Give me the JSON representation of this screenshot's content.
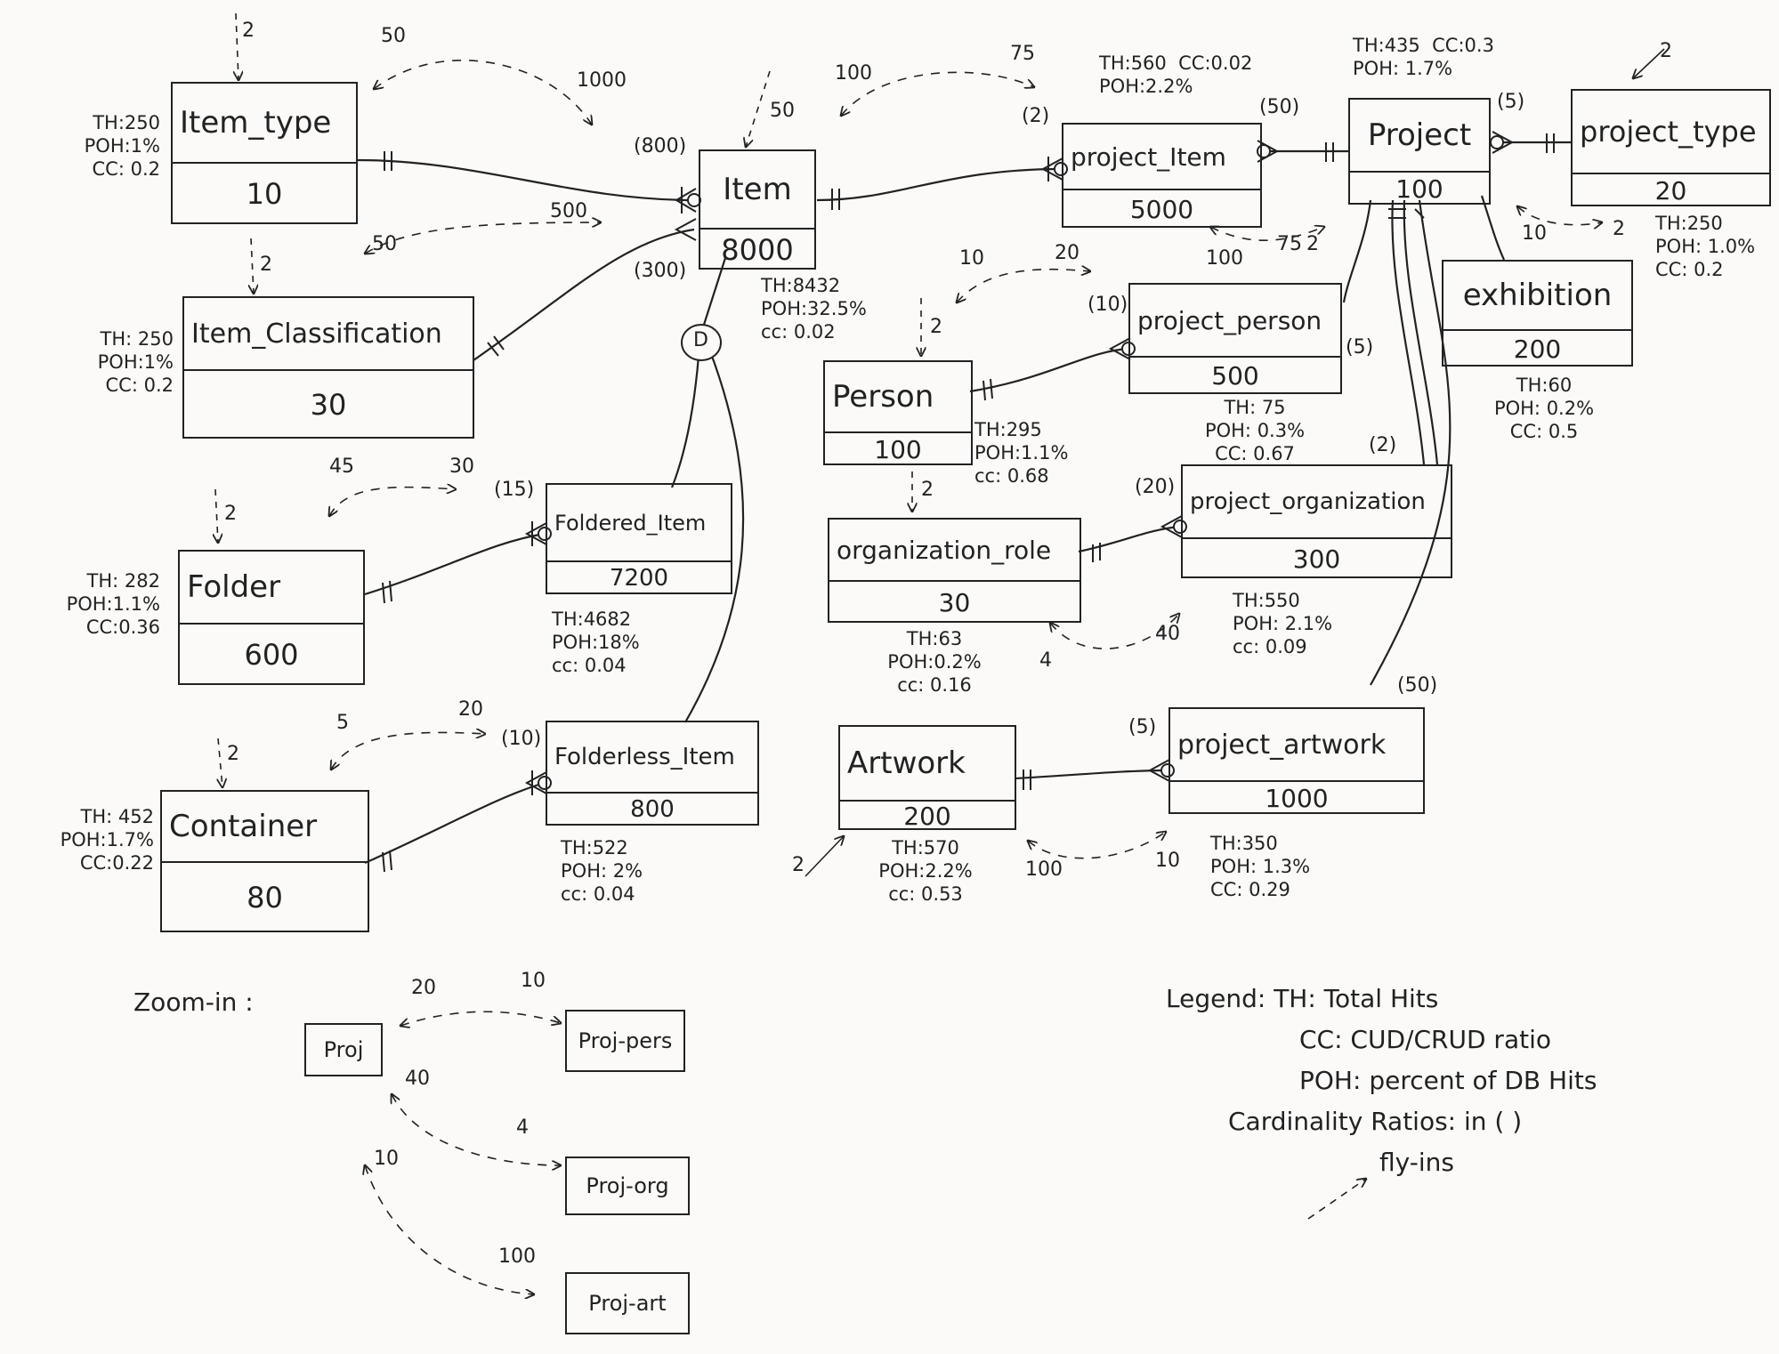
{
  "entities": {
    "item_type": {
      "name": "Item_type",
      "count": "10"
    },
    "item_classification": {
      "name": "Item_Classification",
      "count": "30"
    },
    "folder": {
      "name": "Folder",
      "count": "600"
    },
    "container": {
      "name": "Container",
      "count": "80"
    },
    "item": {
      "name": "Item",
      "count": "8000"
    },
    "foldered_item": {
      "name": "Foldered_Item",
      "count": "7200"
    },
    "folderless_item": {
      "name": "Folderless_Item",
      "count": "800"
    },
    "person": {
      "name": "Person",
      "count": "100"
    },
    "organization_role": {
      "name": "organization_role",
      "count": "30"
    },
    "artwork": {
      "name": "Artwork",
      "count": "200"
    },
    "project_item": {
      "name": "project_Item",
      "count": "5000"
    },
    "project": {
      "name": "Project",
      "count": "100"
    },
    "project_type": {
      "name": "project_type",
      "count": "20"
    },
    "exhibition": {
      "name": "exhibition",
      "count": "200"
    },
    "project_person": {
      "name": "project_person",
      "count": "500"
    },
    "project_organization": {
      "name": "project_organization",
      "count": "300"
    },
    "project_artwork": {
      "name": "project_artwork",
      "count": "1000"
    }
  },
  "stats": {
    "item_type": {
      "th": "TH:250",
      "poh": "POH:1%",
      "cc": "CC: 0.2"
    },
    "item_classification": {
      "th": "TH: 250",
      "poh": "POH:1%",
      "cc": "CC: 0.2"
    },
    "folder": {
      "th": "TH: 282",
      "poh": "POH:1.1%",
      "cc": "CC:0.36"
    },
    "container": {
      "th": "TH: 452",
      "poh": "POH:1.7%",
      "cc": "CC:0.22"
    },
    "item": {
      "th": "TH:8432",
      "poh": "POH:32.5%",
      "cc": "cc: 0.02"
    },
    "foldered_item": {
      "th": "TH:4682",
      "poh": "POH:18%",
      "cc": "cc: 0.04"
    },
    "folderless_item": {
      "th": "TH:522",
      "poh": "POH: 2%",
      "cc": "cc: 0.04"
    },
    "person": {
      "th": "TH:295",
      "poh": "POH:1.1%",
      "cc": "cc: 0.68"
    },
    "organization_role": {
      "th": "TH:63",
      "poh": "POH:0.2%",
      "cc": "cc: 0.16"
    },
    "artwork": {
      "th": "TH:570",
      "poh": "POH:2.2%",
      "cc": "cc: 0.53"
    },
    "project_item": {
      "th": "TH:560",
      "poh": "POH:2.2%",
      "cc": "CC:0.02"
    },
    "project": {
      "th": "TH:435",
      "poh": "POH: 1.7%",
      "cc": "CC:0.3"
    },
    "project_type": {
      "th": "TH:250",
      "poh": "POH: 1.0%",
      "cc": "CC: 0.2"
    },
    "exhibition": {
      "th": "TH:60",
      "poh": "POH: 0.2%",
      "cc": "CC: 0.5"
    },
    "project_person": {
      "th": "TH: 75",
      "poh": "POH: 0.3%",
      "cc": "CC: 0.67"
    },
    "project_organization": {
      "th": "TH:550",
      "poh": "POH: 2.1%",
      "cc": "cc: 0.09"
    },
    "project_artwork": {
      "th": "TH:350",
      "poh": "POH: 1.3%",
      "cc": "CC: 0.29"
    }
  },
  "labels": {
    "item_type_in": "2",
    "item_class_in": "2",
    "folder_in": "2",
    "container_in": "2",
    "item_in": "50",
    "person_in": "2",
    "orgrole_in": "2",
    "artwork_in": "2",
    "projtype_in": "2",
    "card_item_800": "(800)",
    "card_item_300": "(300)",
    "card_foldered_15": "(15)",
    "card_folderless_10": "(10)",
    "card_projitem_2": "(2)",
    "card_projitem_50": "(50)",
    "card_project_5": "(5)",
    "card_projperson_10": "(10)",
    "card_projperson_5": "(5)",
    "card_projorg_20": "(20)",
    "card_projorg_2": "(2)",
    "card_projart_5": "(5)",
    "card_projart_50": "(50)",
    "fly_it_item_a": "50",
    "fly_it_item_b": "1000",
    "fly_ic_item_a": "50",
    "fly_ic_item_b": "500",
    "fly_item_pi_a": "100",
    "fly_item_pi_b": "75",
    "fly_pi_p_a": "100",
    "fly_pi_p_b": "75",
    "fly_pi_p_c": "2",
    "fly_p_pt_a": "10",
    "fly_p_pt_b": "2",
    "fly_person_pp_a": "10",
    "fly_person_pp_b": "20",
    "fly_folder_a": "45",
    "fly_folder_b": "30",
    "fly_container_a": "5",
    "fly_container_b": "20",
    "fly_org_a": "4",
    "fly_org_b": "40",
    "fly_art_a": "100",
    "fly_art_b": "10",
    "d_label": "D"
  },
  "zoom": {
    "title": "Zoom-in :",
    "proj": "Proj",
    "proj_pers": "Proj-pers",
    "proj_org": "Proj-org",
    "proj_art": "Proj-art",
    "n_pers_a": "20",
    "n_pers_b": "10",
    "n_org_a": "40",
    "n_org_b": "4",
    "n_art_a": "10",
    "n_art_b": "100"
  },
  "legend": {
    "l1": "Legend: TH: Total Hits",
    "l2": "CC: CUD/CRUD ratio",
    "l3": "POH: percent of DB Hits",
    "l4": "Cardinality Ratios: in ( )",
    "l5": "fly-ins"
  }
}
